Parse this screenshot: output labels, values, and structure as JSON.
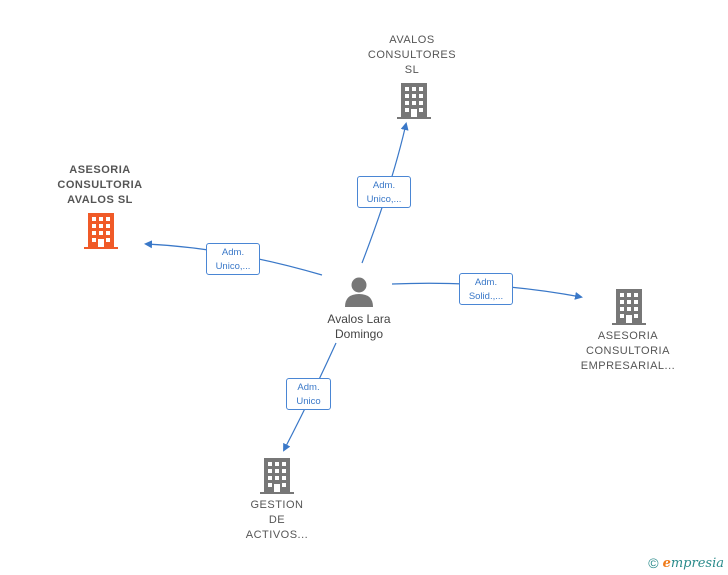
{
  "center": {
    "name_lines": [
      "Avalos Lara",
      "Domingo"
    ]
  },
  "nodes": [
    {
      "id": "avalos-consultores",
      "name_lines": [
        "AVALOS",
        "CONSULTORES",
        "SL"
      ],
      "color": "#777777"
    },
    {
      "id": "asesoria-avalos",
      "name_lines": [
        "ASESORIA",
        "CONSULTORIA",
        "AVALOS  SL"
      ],
      "color": "#f05a28"
    },
    {
      "id": "asesoria-empresarial",
      "name_lines": [
        "ASESORIA",
        "CONSULTORIA",
        "EMPRESARIAL..."
      ],
      "color": "#777777"
    },
    {
      "id": "gestion-activos",
      "name_lines": [
        "GESTION",
        "DE",
        "ACTIVOS..."
      ],
      "color": "#777777"
    }
  ],
  "edges": [
    {
      "to": "avalos-consultores",
      "label_lines": [
        "Adm.",
        "Unico,..."
      ]
    },
    {
      "to": "asesoria-avalos",
      "label_lines": [
        "Adm.",
        "Unico,..."
      ]
    },
    {
      "to": "asesoria-empresarial",
      "label_lines": [
        "Adm.",
        "Solid.,..."
      ]
    },
    {
      "to": "gestion-activos",
      "label_lines": [
        "Adm.",
        "Unico"
      ]
    }
  ],
  "footer": {
    "copyright_symbol": "©",
    "brand_initial": "e",
    "brand_rest": "mpresia"
  },
  "colors": {
    "edge": "#3a78c8",
    "accent": "#f05a28",
    "building": "#777777"
  }
}
